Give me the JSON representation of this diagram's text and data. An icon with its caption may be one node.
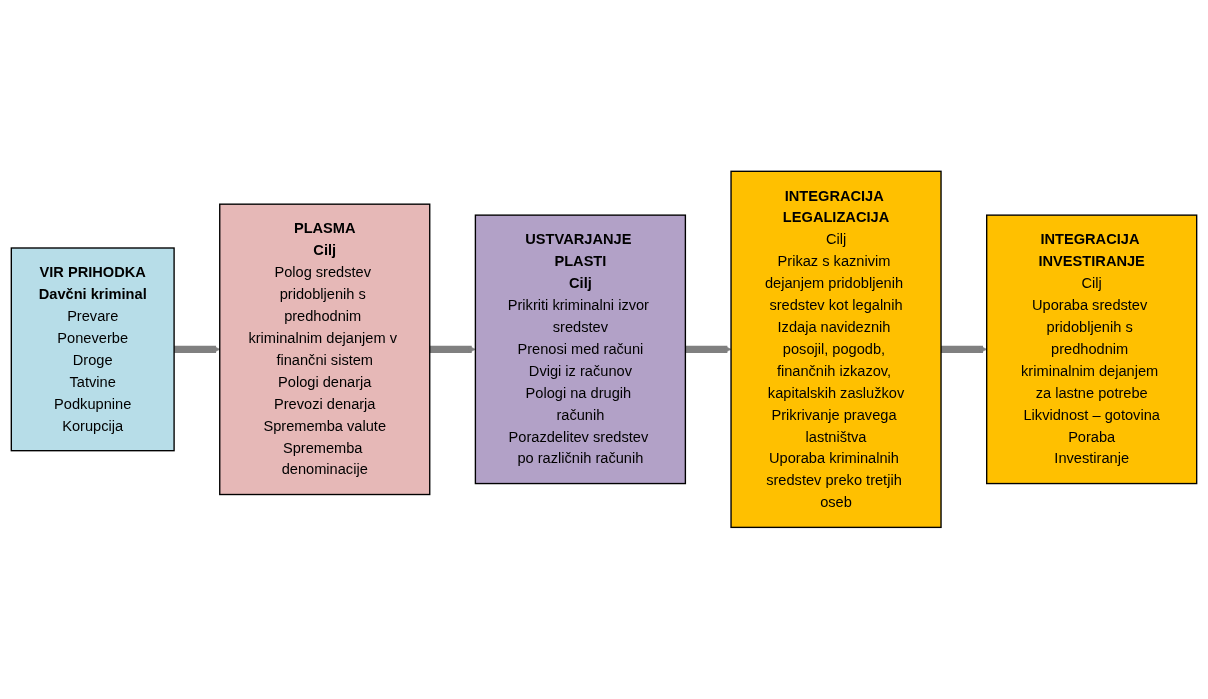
{
  "diagram": {
    "nodes": [
      {
        "text": [
          "VIR PRIHODKA",
          "Davčni kriminal",
          "Prevare",
          "Poneverbe",
          "Droge",
          "Tatvine",
          "Podkupnine",
          "Korupcija"
        ]
      },
      {
        "text": [
          "PLASMA",
          "Cilj",
          "Polog sredstev pridobljenih s predhodnim kriminalnim dejanjem v finančni sistem",
          "Pologi denarja",
          "Prevozi denarja",
          "Sprememba valute",
          "Sprememba denominacije"
        ]
      },
      {
        "text": [
          "USTVARJANJE PLASTI",
          "Cilj",
          "Prikriti kriminalni izvor sredstev",
          "Prenosi med računi",
          "Dvigi iz računov",
          "Pologi na drugih računih",
          "Porazdelitev sredstev po različnih računih"
        ]
      },
      {
        "text": [
          "INTEGRACIJA LEGALIZACIJA",
          "Cilj",
          "Prikaz s kaznivim dejanjem pridobljenih sredstev kot legalnih",
          "Izdaja navideznih posojil, pogodb, finančnih izkazov, kapitalskih zaslužkov",
          "Prikrivanje pravega lastništva",
          "Uporaba kriminalnih sredstev preko tretjih oseb"
        ]
      },
      {
        "text": [
          "INTEGRACIJA INVESTIRANJE",
          "Cilj",
          "Uporaba sredstev pridobljenih s predhodnim kriminalnim dejanjem za lastne potrebe",
          "Likvidnost – gotovina",
          "Poraba",
          "Investiranje"
        ]
      }
    ],
    "edges": [
      {
        "from": 0,
        "to": 1,
        "arrow": "to"
      },
      {
        "from": 1,
        "to": 2,
        "arrow": "to"
      },
      {
        "from": 2,
        "to": 3,
        "arrow": "to"
      },
      {
        "from": 3,
        "to": 4,
        "arrow": "to"
      }
    ]
  }
}
